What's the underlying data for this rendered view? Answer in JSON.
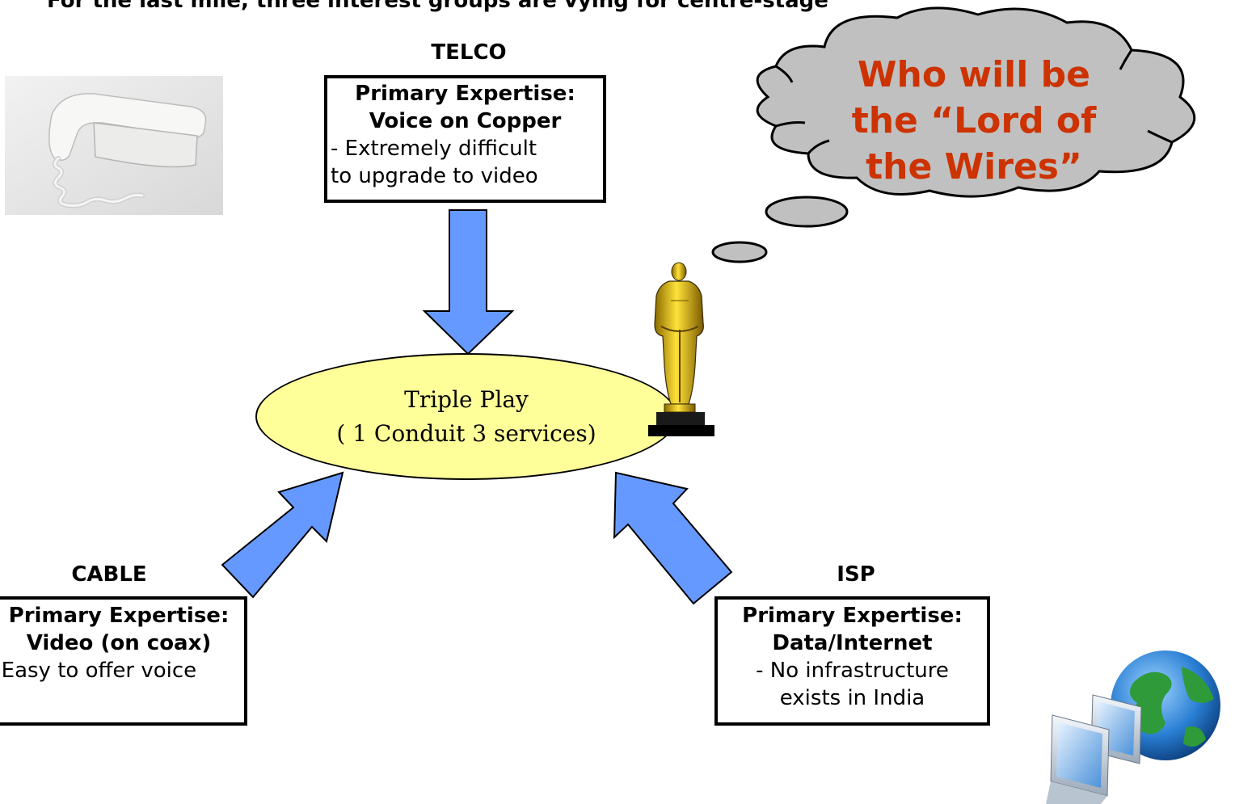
{
  "heading": "For the last mile, three interest groups are vying for centre-stage",
  "center": {
    "line1": "Triple Play",
    "line2": "( 1 Conduit 3 services)",
    "fill": "#ffff99"
  },
  "thought": {
    "line1": "Who will be",
    "line2": "the “Lord of",
    "line3": "the Wires”",
    "color": "#cc3300",
    "cloud_fill": "#c0c0c0"
  },
  "groups": {
    "telco": {
      "label": "TELCO",
      "expertise_title": "Primary Expertise:",
      "expertise": "Voice on Copper",
      "note1": "- Extremely difficult",
      "note2": "to upgrade to video"
    },
    "cable": {
      "label": "CABLE",
      "expertise_title": "Primary Expertise:",
      "expertise": "Video (on coax)",
      "note1": "- Easy to offer voice"
    },
    "isp": {
      "label": "ISP",
      "expertise_title": "Primary Expertise:",
      "expertise": "Data/Internet",
      "note1": "- No infrastructure",
      "note2": "exists in India"
    }
  },
  "arrow_color": "#6699ff",
  "icons": {
    "telephone": "telephone-image",
    "trophy": "trophy-statuette-icon",
    "network": "network-globe-icon"
  }
}
